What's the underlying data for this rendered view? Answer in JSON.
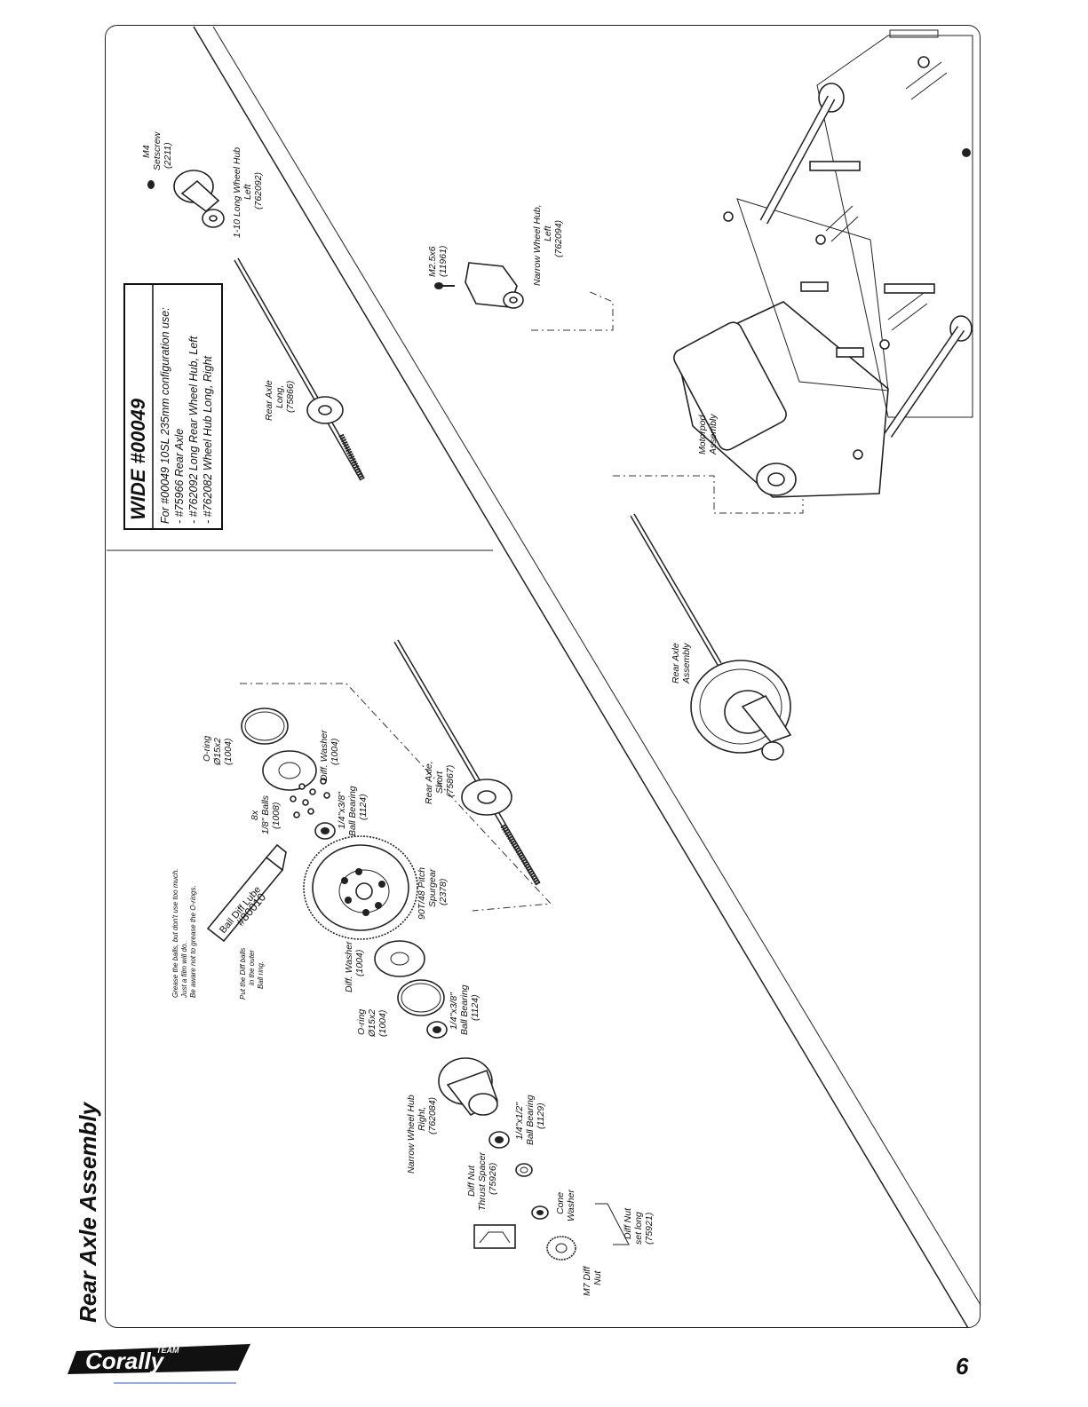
{
  "page": {
    "title": "Rear Axle Assembly",
    "page_number": "6",
    "brand": "Corally",
    "brand_team": "TEAM"
  },
  "wide_box": {
    "heading": "WIDE #00049",
    "lines": [
      "For #00049 10SL 235mm configuration use:",
      "- #75966 Rear Axle",
      "- #762092 Long Rear Wheel Hub, Left",
      "- #762082 Wheel Hub Long, Right"
    ]
  },
  "notes": {
    "grease": [
      "Grease the balls, but don't use too much.",
      "Just a film will do.",
      "Be aware not to grease the O-rings."
    ],
    "put_balls": [
      "Put the Diff balls",
      "in the outer",
      "Ball ring."
    ],
    "lube_tube": [
      "Ball Diff Lube",
      "#80010"
    ]
  },
  "labels": {
    "m4_setscrew": [
      "M4",
      "Setscrew",
      "(2211)"
    ],
    "long_hub_left": [
      "1-10 Long Wheel Hub",
      "Left",
      "(762092)"
    ],
    "rear_axle_long": [
      "Rear Axle",
      "Long,",
      "(75866)"
    ],
    "m25x6": [
      "M2.5x6",
      "(11961)"
    ],
    "narrow_hub_left": [
      "Narrow Wheel Hub,",
      "Left",
      "(762094)"
    ],
    "motorpod": [
      "Motorpod",
      "Assembly"
    ],
    "rear_axle_assembly": [
      "Rear Axle",
      "Assembly"
    ],
    "oring_top": [
      "O-ring",
      "Ø15x2",
      "(1004)"
    ],
    "diff_washer_top": [
      "Diff. Washer",
      "(1004)"
    ],
    "balls": [
      "8x",
      "1/8\" Balls",
      "(1008)"
    ],
    "bearing_top": [
      "1/4\"x3/8\"",
      "Ball Bearing",
      "(1124)"
    ],
    "rear_axle_short": [
      "Rear Axle,",
      "Short",
      "(75867)"
    ],
    "spurgear": [
      "90T/48 Pitch",
      "Spurgear",
      "(2378)"
    ],
    "diff_washer_bottom": [
      "Diff. Washer",
      "(1004)"
    ],
    "oring_bottom": [
      "O-ring",
      "Ø15x2",
      "(1004)"
    ],
    "bearing_mid": [
      "1/4\"x3/8\"",
      "Ball Bearing",
      "(1124)"
    ],
    "narrow_hub_right": [
      "Narrow Wheel Hub",
      "Right,",
      "(762084)"
    ],
    "bearing_bottom": [
      "1/4\"x1/2\"",
      "Ball Bearing",
      "(1129)"
    ],
    "thrust_spacer": [
      "Diff Nut",
      "Thrust Spacer",
      "(75926)"
    ],
    "cone_washer": [
      "Cone",
      "Washer"
    ],
    "m7_nut": [
      "M7 Diff",
      "Nut"
    ],
    "diff_nut_set": [
      "Diff Nut",
      "set long",
      "(75921)"
    ]
  }
}
